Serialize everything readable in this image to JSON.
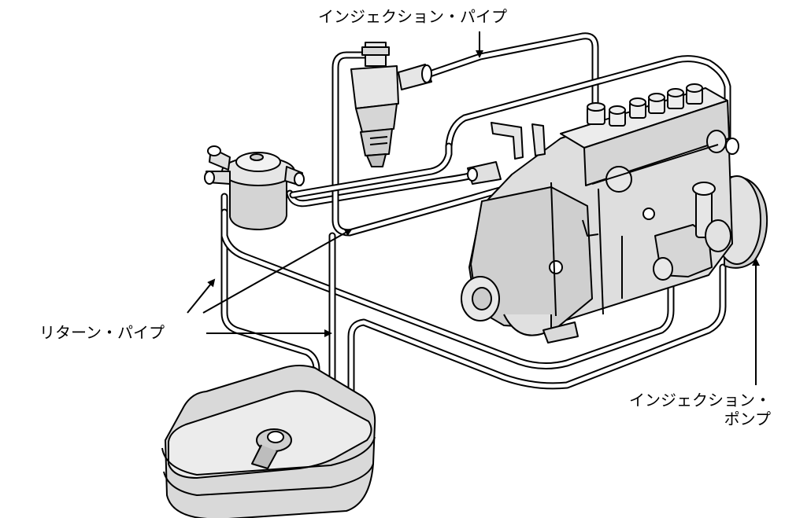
{
  "labels": {
    "injection_pipe": "インジェクション・パイプ",
    "return_pipe": "リターン・パイプ",
    "injection_pump_line1": "インジェクション・",
    "injection_pump_line2": "ポンプ"
  },
  "colors": {
    "part_fill": "#e3e3e3",
    "part_shade": "#c4c4c4",
    "outline": "#000000",
    "pipe_fill": "#ffffff"
  }
}
